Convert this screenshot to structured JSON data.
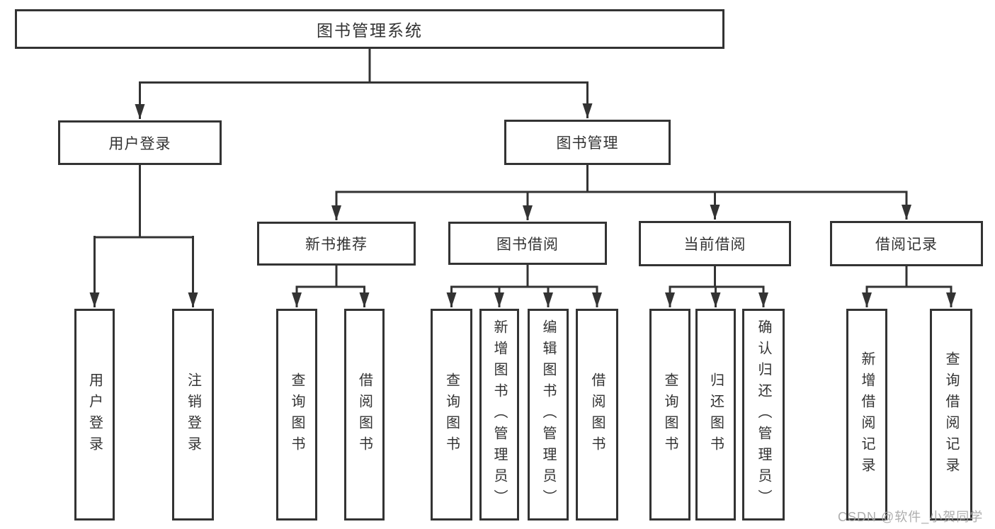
{
  "hierarchy": {
    "root": {
      "label": "图书管理系统",
      "children": [
        {
          "label": "用户登录",
          "children": [
            {
              "label": "用户登录"
            },
            {
              "label": "注销登录"
            }
          ]
        },
        {
          "label": "图书管理",
          "children": [
            {
              "label": "新书推荐",
              "children": [
                {
                  "label": "查询图书"
                },
                {
                  "label": "借阅图书"
                }
              ]
            },
            {
              "label": "图书借阅",
              "children": [
                {
                  "label": "查询图书"
                },
                {
                  "label": "新增图书（管理员）"
                },
                {
                  "label": "编辑图书（管理员）"
                },
                {
                  "label": "借阅图书"
                }
              ]
            },
            {
              "label": "当前借阅",
              "children": [
                {
                  "label": "查询图书"
                },
                {
                  "label": "归还图书"
                },
                {
                  "label": "确认归还（管理员）"
                }
              ]
            },
            {
              "label": "借阅记录",
              "children": [
                {
                  "label": "新增借阅记录"
                },
                {
                  "label": "查询借阅记录"
                }
              ]
            }
          ]
        }
      ]
    }
  },
  "watermark": {
    "text": "CSDN @软件_小贺同学"
  },
  "colors": {
    "line": "#333333",
    "box_border": "#333333",
    "text": "#333333",
    "watermark": "#a6a6a6",
    "background": "#ffffff"
  }
}
